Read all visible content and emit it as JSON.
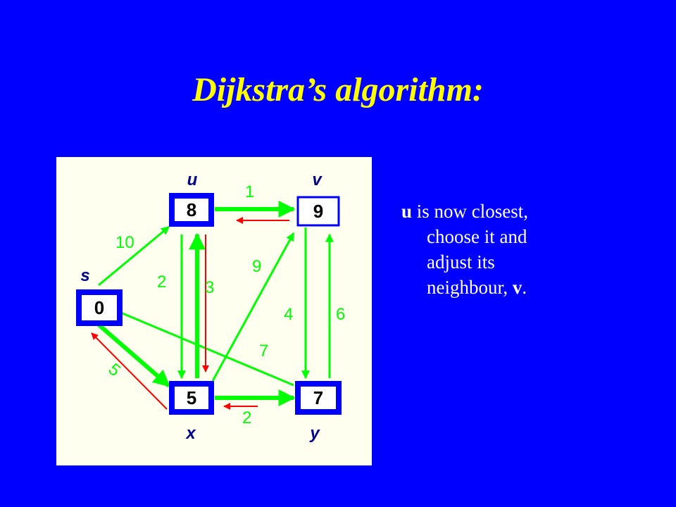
{
  "slide": {
    "title": "Dijkstra’s algorithm:",
    "caption": {
      "bold_start": "u",
      "line1_rest": " is now closest,",
      "line2": "choose it and",
      "line3": "adjust its",
      "line4_start": "neighbour, ",
      "bold_end": "v",
      "line4_end": "."
    }
  },
  "graph": {
    "nodes": [
      {
        "id": "s",
        "name": "s",
        "value": "0"
      },
      {
        "id": "u",
        "name": "u",
        "value": "8"
      },
      {
        "id": "v",
        "name": "v",
        "value": "9"
      },
      {
        "id": "x",
        "name": "x",
        "value": "5"
      },
      {
        "id": "y",
        "name": "y",
        "value": "7"
      }
    ],
    "edges": [
      {
        "from": "s",
        "to": "u",
        "weight": "10"
      },
      {
        "from": "s",
        "to": "x",
        "weight": "5"
      },
      {
        "from": "u",
        "to": "v",
        "weight": "1"
      },
      {
        "from": "u",
        "to": "x",
        "weight": "2"
      },
      {
        "from": "x",
        "to": "u",
        "weight": "3"
      },
      {
        "from": "x",
        "to": "v",
        "weight": "9"
      },
      {
        "from": "v",
        "to": "y",
        "weight": "4"
      },
      {
        "from": "y",
        "to": "v",
        "weight": "6"
      },
      {
        "from": "y",
        "to": "s",
        "weight": "7"
      },
      {
        "from": "x",
        "to": "y",
        "weight": "2"
      }
    ],
    "colors": {
      "edge": "#00ff00",
      "tree_edge": "#ff0000",
      "node_border": "#0000ff",
      "node_fill": "#ffffff",
      "figure_background": "#fffff0"
    }
  }
}
